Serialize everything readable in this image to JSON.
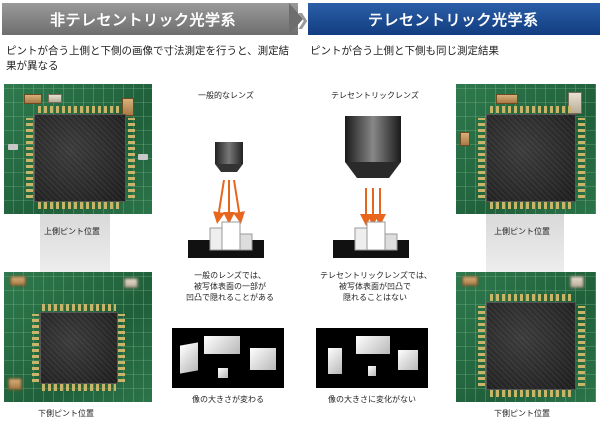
{
  "header": {
    "left_title": "非テレセントリック光学系",
    "right_title": "テレセントリック光学系"
  },
  "descriptions": {
    "left": "ピントが合う上側と下側の画像で寸法測定を行うと、測定結果が異なる",
    "right": "ピントが合う上側と下側も同じ測定結果"
  },
  "labels": {
    "left_top_focus": "上側ピント位置",
    "left_bottom_focus": "下側ピント位置",
    "right_top_focus": "上側ピント位置",
    "right_bottom_focus": "下側ピント位置"
  },
  "center": {
    "normal_lens_title": "一般的なレンズ",
    "telecentric_lens_title": "テレセントリックレンズ",
    "normal_caption_1": "一般のレンズでは、",
    "normal_caption_2": "被写体表面の一部が",
    "normal_caption_3": "凹凸で隠れることがある",
    "tele_caption_1": "テレセントリックレンズでは、",
    "tele_caption_2": "被写体表面が凹凸で",
    "tele_caption_3": "隠れることはない",
    "normal_image_caption": "像の大きさが変わる",
    "tele_image_caption": "像の大きさに変化がない"
  },
  "colors": {
    "left_header": "#6e6e6e",
    "right_header": "#123d80",
    "ray": "#e8651e"
  },
  "icons": {
    "separator": "chevron-right-icon"
  }
}
